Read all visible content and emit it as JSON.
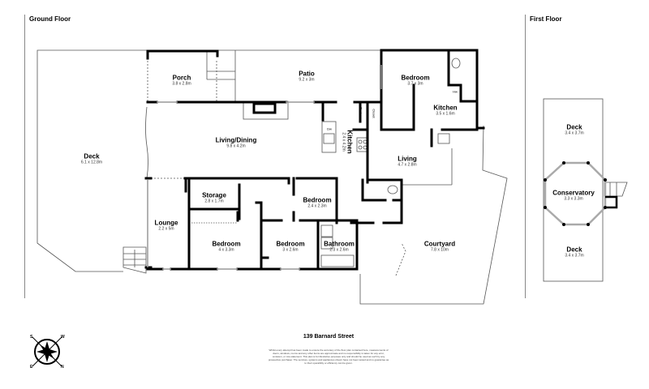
{
  "floors": {
    "ground": {
      "label": "Ground Floor"
    },
    "first": {
      "label": "First Floor"
    }
  },
  "rooms": {
    "porch": {
      "name": "Porch",
      "dim": "3.8 x 2.8m"
    },
    "patio": {
      "name": "Patio",
      "dim": "9.2 x 3m"
    },
    "bedroom_ne": {
      "name": "Bedroom",
      "dim": "3.7 x 3m"
    },
    "kitchen_ne": {
      "name": "Kitchen",
      "dim": "3.5 x 1.6m"
    },
    "living_dining": {
      "name": "Living/Dining",
      "dim": "9.8 x 4.2m"
    },
    "kitchen_main": {
      "name": "Kitchen",
      "dim": "2.4 x 4.2m"
    },
    "living": {
      "name": "Living",
      "dim": "4.7 x 2.8m"
    },
    "deck_main": {
      "name": "Deck",
      "dim": "6.1 x 12.8m"
    },
    "storage": {
      "name": "Storage",
      "dim": "2.8 x 1.7m"
    },
    "bedroom_mid": {
      "name": "Bedroom",
      "dim": "2.4 x 2.3m"
    },
    "lounge": {
      "name": "Lounge",
      "dim": "2.2 x 5m"
    },
    "bedroom_sw": {
      "name": "Bedroom",
      "dim": "4 x 3.3m"
    },
    "bedroom_s": {
      "name": "Bedroom",
      "dim": "3 x 2.6m"
    },
    "bathroom": {
      "name": "Bathroom",
      "dim": "2.3 x 2.6m"
    },
    "courtyard": {
      "name": "Courtyard",
      "dim": "7.8 x 10m"
    },
    "deck_upper_top": {
      "name": "Deck",
      "dim": "3.4 x 3.7m"
    },
    "conservatory": {
      "name": "Conservatory",
      "dim": "3.3 x 3.3m"
    },
    "deck_upper_bottom": {
      "name": "Deck",
      "dim": "3.4 x 3.7m"
    }
  },
  "fixtures": {
    "pantry": "Pantry",
    "closet": "Closet",
    "dw": "Dw",
    "hw": "Hw"
  },
  "compass": {
    "n": "N",
    "s": "S",
    "e": "E",
    "w": "W"
  },
  "footer": {
    "address": "139 Barnard Street",
    "disclaimer": "Whilst every attempt has been made to ensure the accuracy of the floor plan contained here, measurements of doors, windows, rooms and any other items are approximate and no responsibility is taken for any error, omission, or mis-statement. This plan is for illustrative purposes only and should be used as such by any prospective purchaser. The services, systems and appliances shown have not been tested and no guarantee as to their operability or efficiency can be given."
  }
}
